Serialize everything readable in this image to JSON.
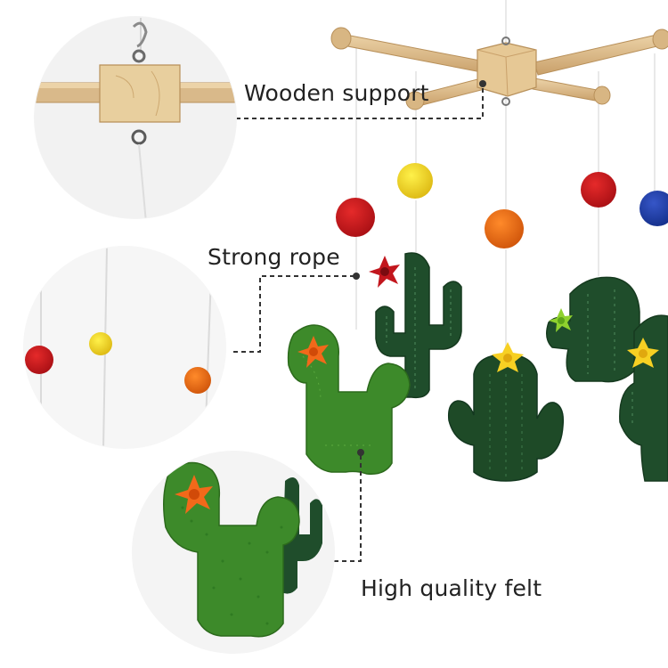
{
  "callouts": {
    "wooden_support": "Wooden support",
    "strong_rope": "Strong rope",
    "high_quality_felt": "High quality felt"
  },
  "colors": {
    "background": "#ffffff",
    "label_text": "#222222",
    "dashed_line": "#333333",
    "wood": "#d9b98a",
    "dark_cactus": "#1f4d2b",
    "light_cactus": "#3d8a2a",
    "pompom_red": "#c8141b",
    "pompom_yellow": "#f2d41f",
    "pompom_orange": "#e8650f",
    "pompom_blue": "#1c3fa8",
    "flower_yellow": "#f7d023",
    "flower_orange": "#f2691a",
    "flower_red": "#c2161d",
    "flower_lime": "#8fd12e"
  }
}
